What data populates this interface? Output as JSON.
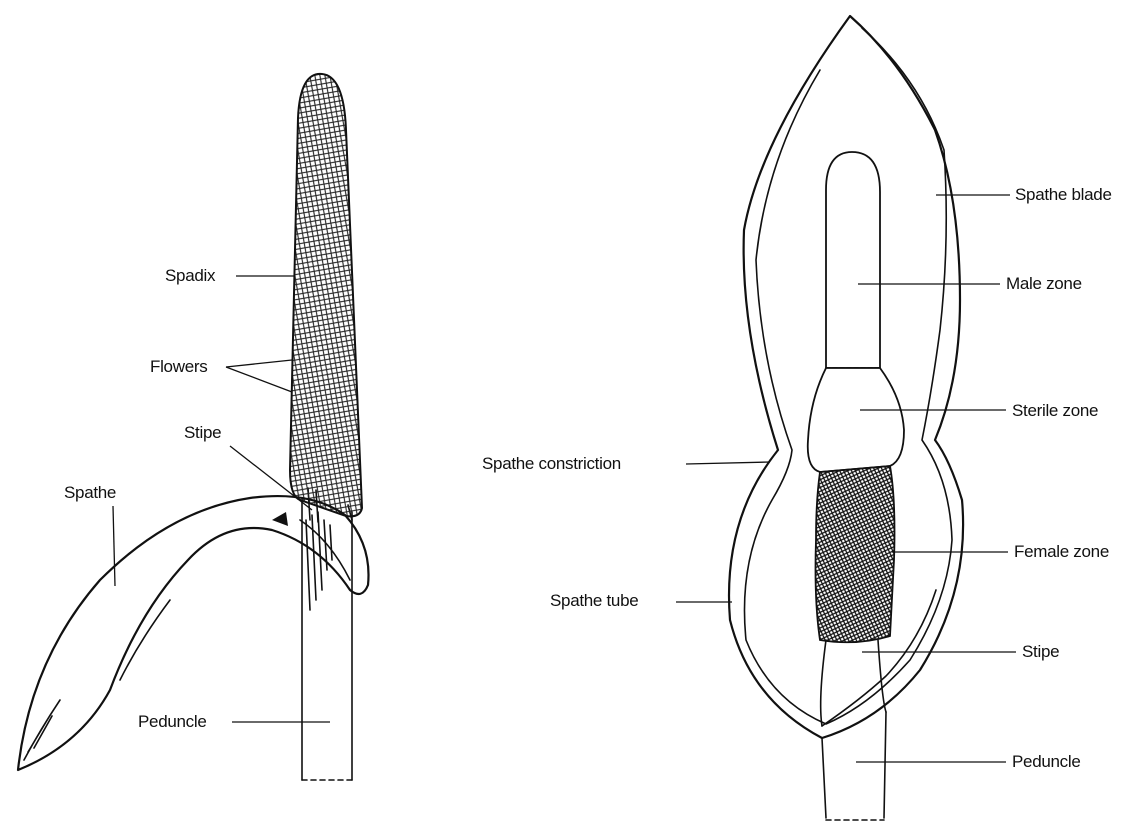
{
  "left_labels": {
    "spadix": "Spadix",
    "flowers": "Flowers",
    "stipe": "Stipe",
    "spathe": "Spathe",
    "peduncle": "Peduncle"
  },
  "right_labels": {
    "spathe_blade": "Spathe blade",
    "male_zone": "Male zone",
    "sterile_zone": "Sterile zone",
    "spathe_constriction": "Spathe constriction",
    "female_zone": "Female zone",
    "spathe_tube": "Spathe tube",
    "stipe": "Stipe",
    "peduncle": "Peduncle"
  }
}
